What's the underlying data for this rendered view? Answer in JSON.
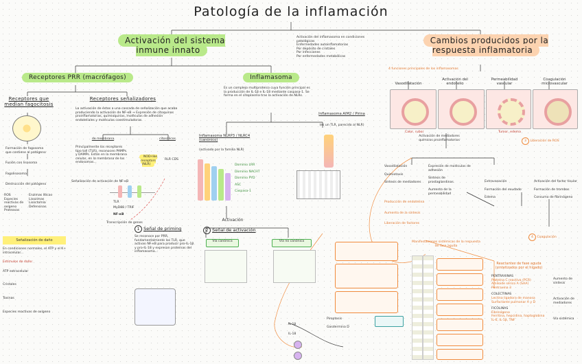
{
  "title": "Patología de la inflamación",
  "left_branch": {
    "heading": "Activación del sistema inmune innato",
    "prr": {
      "heading": "Receptores PRR (macrófagos)",
      "phago": {
        "heading": "Receptores que median fagocitosis",
        "lines": [
          "Formación de fagosoma",
          "que contiene al patógeno",
          "Fusión con lisosoma",
          "Fagolisosoma",
          "Destrucción del patógeno",
          "ROS",
          "Especies reactivas de oxígeno",
          "Enzimas líticas",
          "Lisozimas",
          "Proteasas",
          "Lisoctomía",
          "Defensinas"
        ]
      },
      "signal": {
        "heading": "Receptores señalizadores",
        "intro": "La activación de éstos a una cascada de señalización que acaba produciendo la activación de NF-κB → Expresión de citoquinas proinflamatorias, quimioquinas, moléculas de adhesión endoteliales y moléculas coestimuladoras.",
        "membrane": "de membrana",
        "cytosolic": "citosólicos",
        "tlr_text": "Principalmente los receptores tipo toll (TLR), reconocen PAMPs y DAMPs. Están en la membrana celular, en la membrana de los endosomas...",
        "nlr": "NOD-like receptors (NLR)",
        "rlr_cds": "RLR   CDS",
        "tlr_label": "TLR",
        "myd88": "MyD88 / TRIF",
        "bottom": "Señalización de activación de NF-κB",
        "nfkb": "NF-κB",
        "genes": "Transcripción de genes"
      }
    },
    "alarm": {
      "heading": "Señalización de daño",
      "lines": [
        "En condiciones normales, el ATP y el K+ intracelular...",
        "Estímulos de daño:",
        "ATP extracelular",
        "Cristales",
        "Toxinas",
        "Especies reactivas de oxígeno"
      ]
    },
    "priming": "Señal de priming",
    "priming_text": "Se reconoce por PRR, fundamentalmente los TLR, que activan NF-κB para producir pro-IL-1β y pro-IL-18 y expresan proteínas del inflamasoma..."
  },
  "center_branch": {
    "heading": "Inflamasoma",
    "intro": "Es un complejo multiproteico cuya función principal es la producción de IL-1β e IL-18 mediante caspasa-1. Se forma en el citoplasma tras la activación de NLRs.",
    "canonical": "Inflamasoma NLRP3 / NLRC4 (canónico)",
    "canonical_sub": "(activado por la familia NLR)",
    "domains": [
      "Dominio LRR",
      "Dominio NACHT",
      "Dominio PYD",
      "ASC",
      "Caspasa-1"
    ],
    "aim2": "Inflamasoma AIM2 / Pirina",
    "aim2_sub": "(es un TLR, parecido al NLR)",
    "activation": "Activación",
    "signal2": "Señal de activación",
    "canonical_path": "Vía canónica",
    "noncanonical_path": "Vía no canónica",
    "il1_label": "IL-1β",
    "il18_label": "IL-18",
    "pyroptosis": "Piroptosis",
    "gasdermin": "Gasdermina D",
    "top_note": [
      "Activación del inflamasoma en condiciones patológicas",
      "Enfermedades autoinflamatorias",
      "Por depósito de cristales",
      "Por infecciones",
      "Por enfermedades metabólicas"
    ]
  },
  "right_branch": {
    "heading": "Cambios producidos por la respuesta inflamatoria",
    "note1": "4 funciones principales de los inflamasomas",
    "col_heads": [
      "Vasodilatación",
      "Activación del endotelio",
      "Permeabilidad vascular",
      "Coagulación microvascular"
    ],
    "calor_rubor": "Calor, rubor",
    "tumor_edema": "Tumor, edema",
    "mediators": "Activación de mediadores químicos proinflamatorios",
    "col_items": [
      [
        "Vasodilatación",
        "Quimiotaxis",
        "Síntesis de mediadores"
      ],
      [
        "Expresión de moléculas de adhesión",
        "Síntesis de prostaglandinas",
        "Aumento de la permeabilidad"
      ],
      [
        "Extravasación",
        "Formación del exudado",
        "Edema"
      ],
      [
        "Activación del factor tisular",
        "Formación de trombos",
        "Consumo de fibrinógeno"
      ]
    ],
    "orange_items": [
      "Producción de endotelina",
      "Aumento de la síntesis",
      "Liberación de factores"
    ],
    "circle_3": "Liberación de ROS",
    "circle_4": "Coagulación",
    "reactants_head": "Reactantes de fase aguda (sintetizados por el hígado)",
    "reactants": [
      "PENTRAXINAS",
      "Proteína C reactiva (PCR)",
      "Amiloide sérico A (SAA)",
      "Pentraxina 3",
      "COLECTINAS",
      "Lectina ligadora de manosa",
      "Surfactante pulmonar A y D",
      "FICOLINAS",
      "Fibrinógeno",
      "Ferritina, hepcidina, haptoglobina",
      "IL-6, IL-1β, TNF"
    ],
    "systemic_box": "Manifestaciones sistémicas de la respuesta de fase aguda",
    "right_side": [
      "Aumento de síntesis",
      "Activación de mediadores",
      "Vía sistémica"
    ]
  },
  "colors": {
    "green": "#b9e98a",
    "peach": "#fcd3b0",
    "orange": "#f08a3c",
    "yellow": "#fff07a",
    "pink": "#f4b6b6"
  }
}
